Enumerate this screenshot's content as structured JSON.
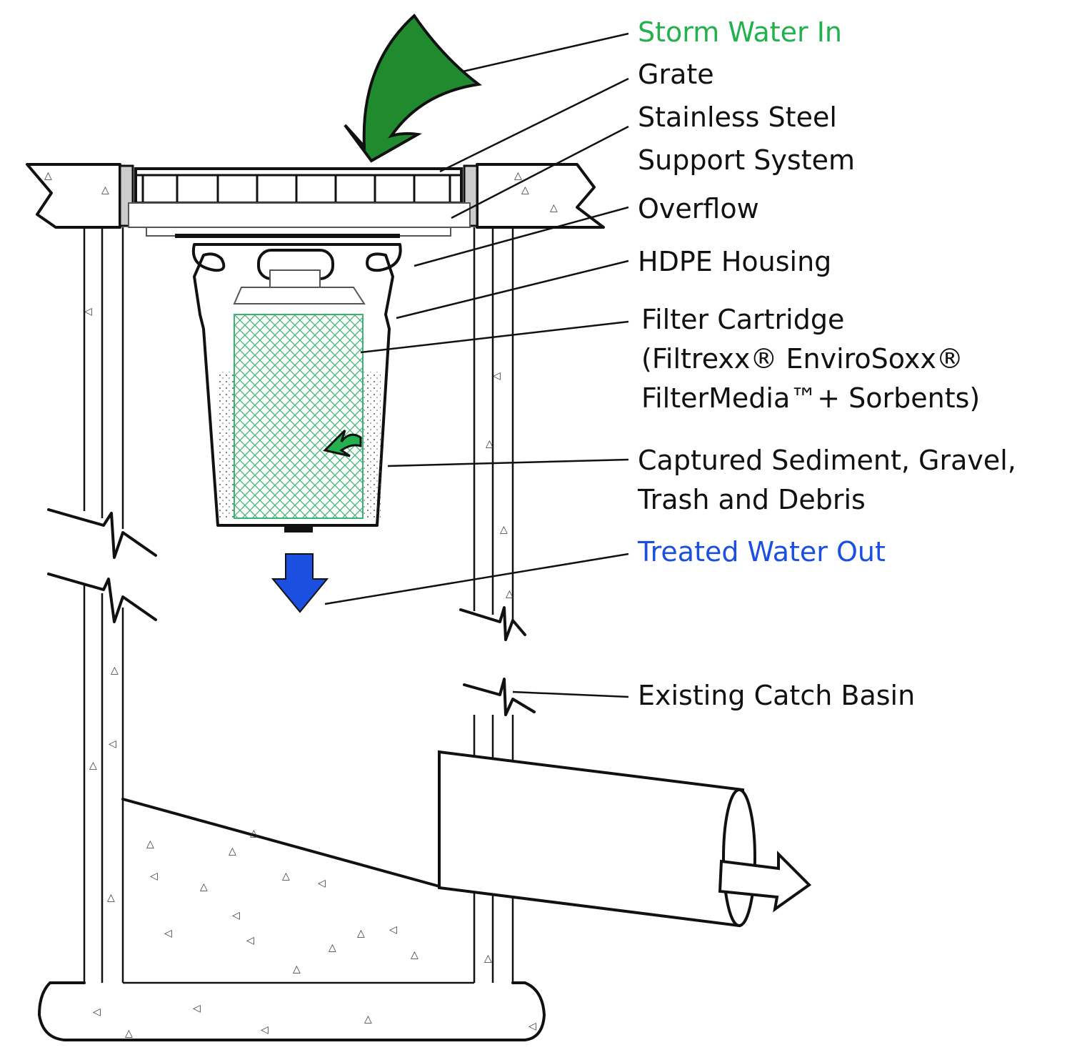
{
  "labels": {
    "storm_water_in": "Storm Water In",
    "grate": "Grate",
    "support_line1": "Stainless Steel",
    "support_line2": "Support System",
    "overflow": "Overflow",
    "hdpe_housing": "HDPE Housing",
    "filter_line1": "Filter Cartridge",
    "filter_line2": "(Filtrexx® EnviroSoxx®",
    "filter_line3": "FilterMedia™+ Sorbents)",
    "captured_line1": "Captured Sediment, Gravel,",
    "captured_line2": "Trash and Debris",
    "treated_water_out": "Treated Water Out",
    "catch_basin": "Existing Catch Basin"
  },
  "colors": {
    "storm_water": "#1f8a2e",
    "storm_label": "#22b14c",
    "treated_label": "#1a4fe0",
    "treated_arrow": "#1a4fe0",
    "filter_mesh": "#3cb371",
    "line": "#111111"
  }
}
